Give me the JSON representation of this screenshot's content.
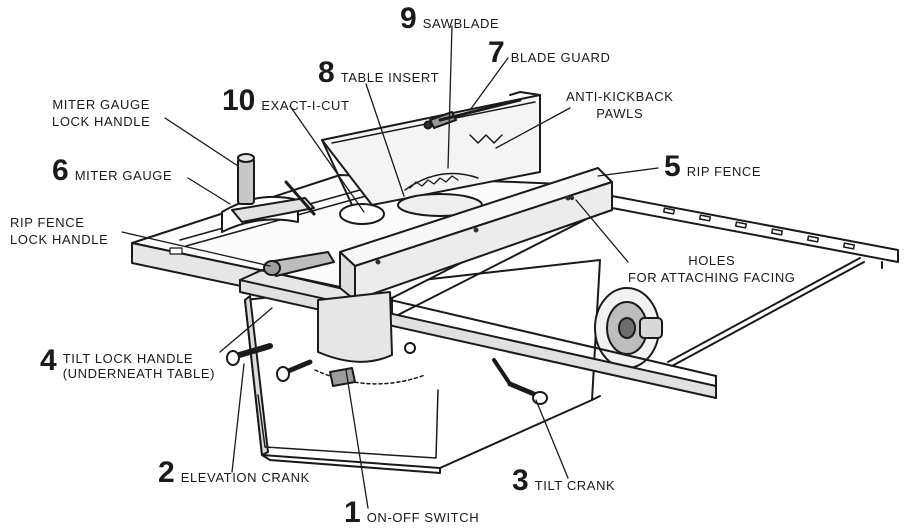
{
  "labels": {
    "sawblade": {
      "num": "9",
      "text": "SAWBLADE"
    },
    "blade_guard": {
      "num": "7",
      "text": "BLADE GUARD"
    },
    "table_insert": {
      "num": "8",
      "text": "TABLE INSERT"
    },
    "exact_i_cut": {
      "num": "10",
      "text": "EXACT-I-CUT"
    },
    "miter_gauge": {
      "num": "6",
      "text": "MITER GAUGE"
    },
    "rip_fence": {
      "num": "5",
      "text": "RIP FENCE"
    },
    "tilt_lock": {
      "num": "4",
      "text": "TILT LOCK HANDLE",
      "text2": "(UNDERNEATH TABLE)"
    },
    "elevation_crank": {
      "num": "2",
      "text": "ELEVATION CRANK"
    },
    "tilt_crank": {
      "num": "3",
      "text": "TILT CRANK"
    },
    "on_off_switch": {
      "num": "1",
      "text": "ON-OFF SWITCH"
    },
    "miter_gauge_lock": {
      "line1": "MITER GAUGE",
      "line2": "LOCK HANDLE"
    },
    "anti_kickback": {
      "line1": "ANTI-KICKBACK",
      "line2": "PAWLS"
    },
    "rip_fence_lock": {
      "line1": "RIP FENCE",
      "line2": "LOCK HANDLE"
    },
    "holes_facing": {
      "line1": "HOLES",
      "line2": "FOR ATTACHING FACING"
    }
  }
}
